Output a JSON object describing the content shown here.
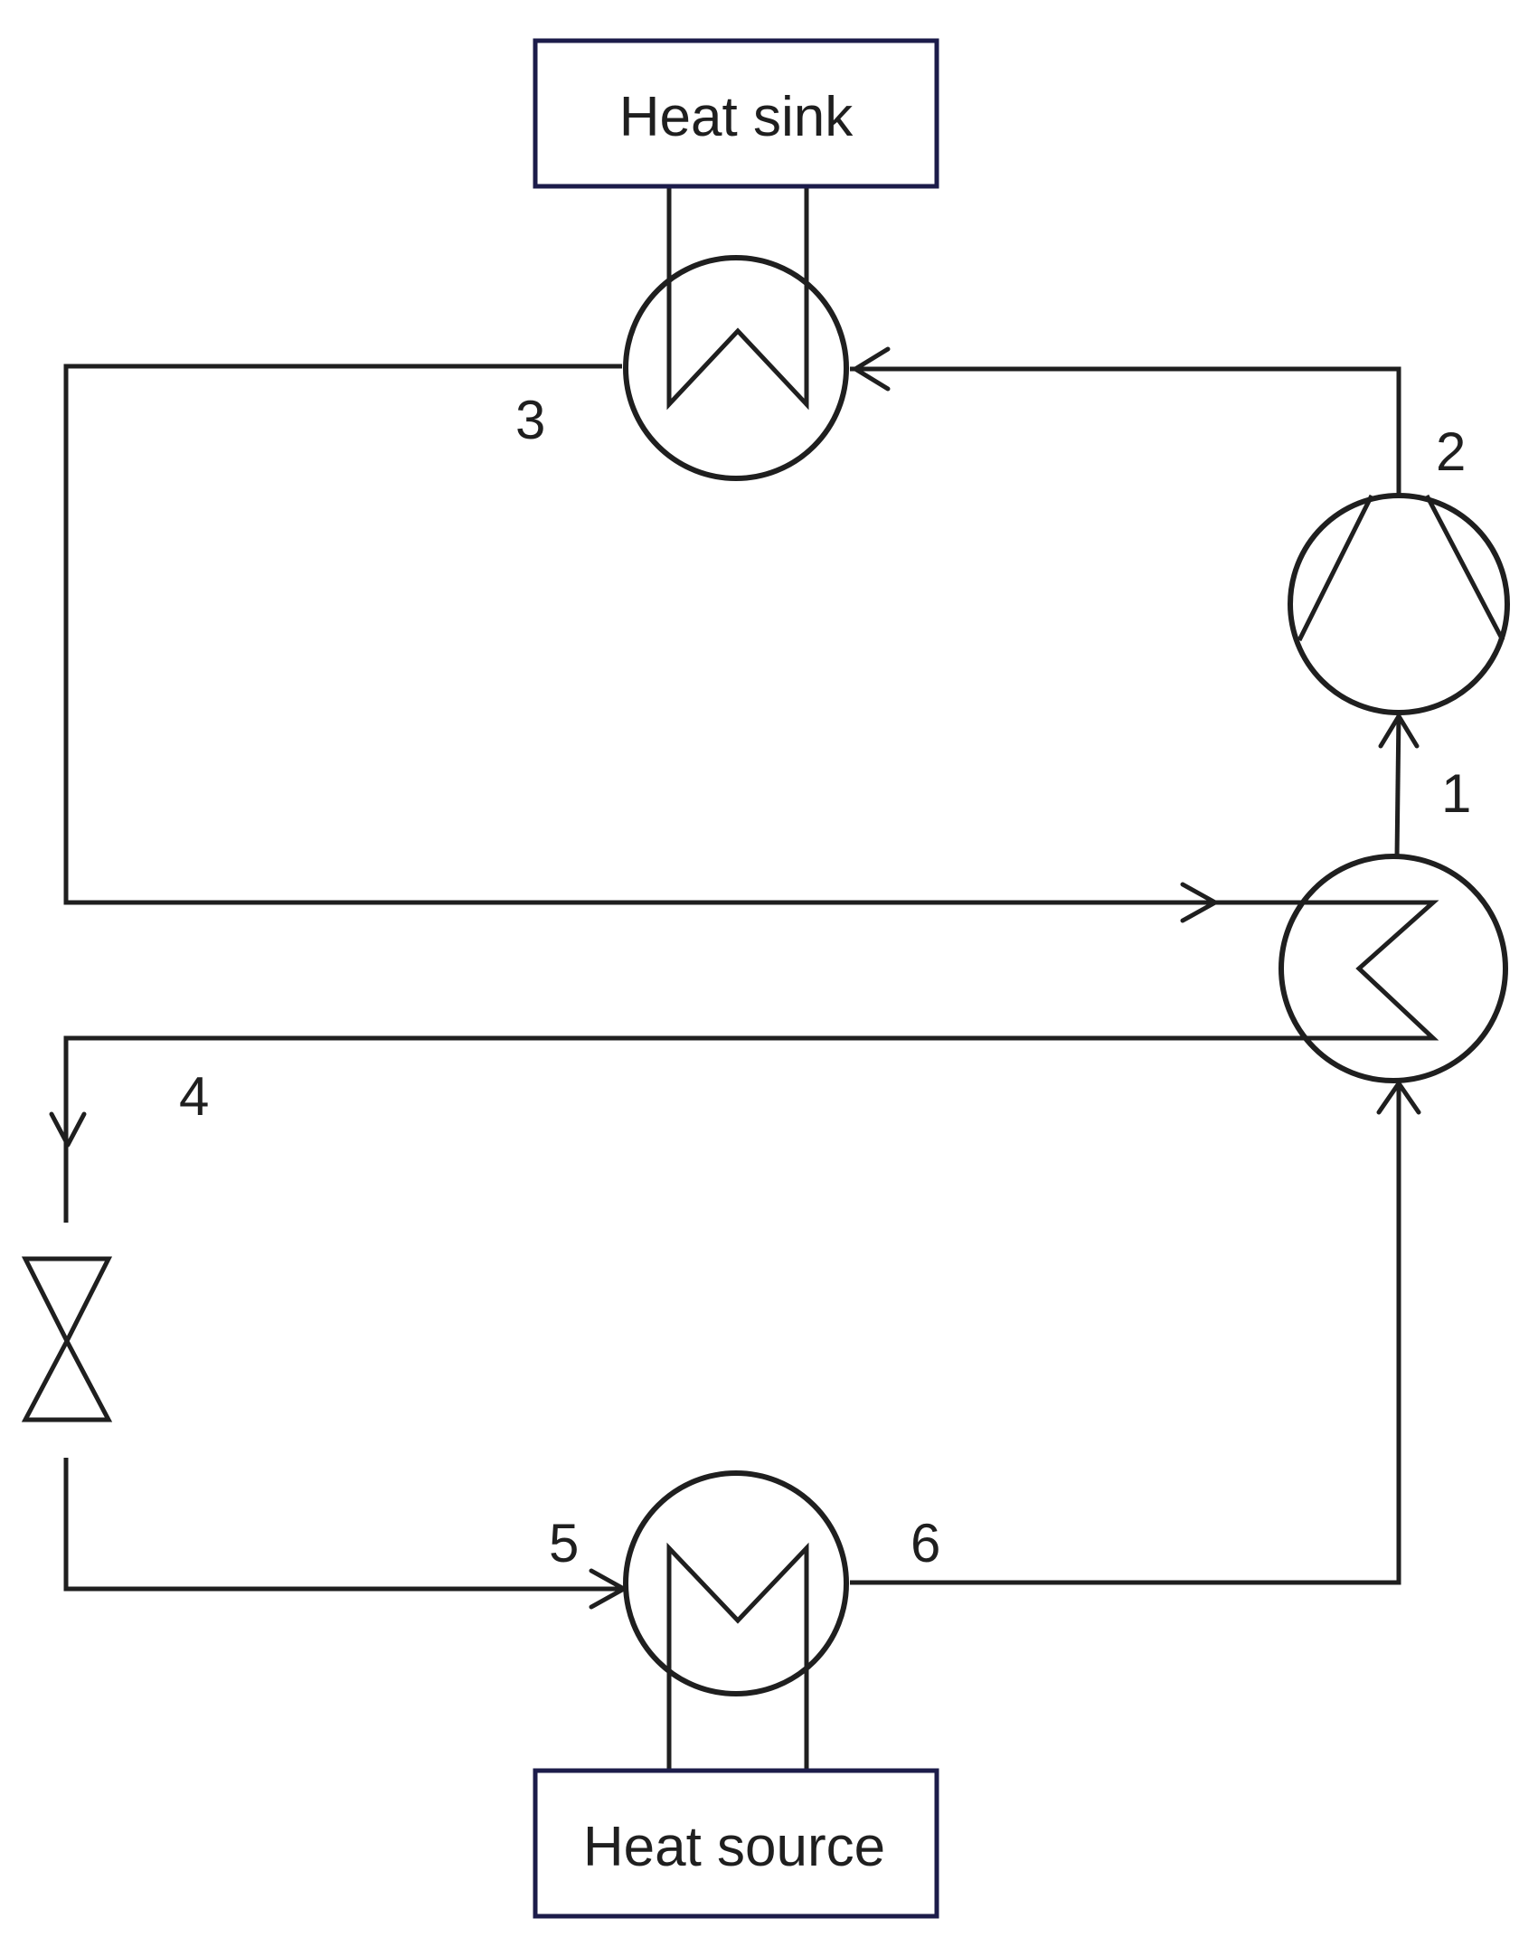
{
  "diagram": {
    "heat_sink_label": "Heat sink",
    "heat_source_label": "Heat source",
    "state_points": [
      "1",
      "2",
      "3",
      "4",
      "5",
      "6"
    ]
  },
  "colors": {
    "line": "#1f1f1f",
    "box_border": "#1c1c4a",
    "background": "#ffffff"
  }
}
